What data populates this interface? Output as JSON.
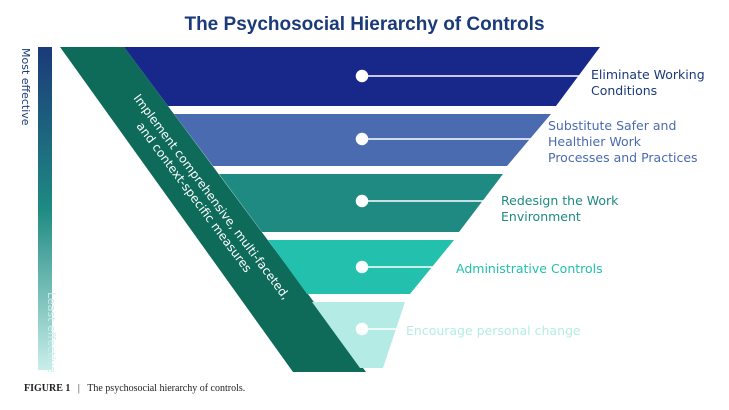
{
  "title": "The Psychosocial Hierarchy of Controls",
  "axis": {
    "top_label": "Most effective",
    "bottom_label": "Least effective",
    "top_color": "#1b3a7a",
    "bottom_color": "#c9eeea"
  },
  "diagonal_band": {
    "line1": "Implement comprehensive, multi-faceted,",
    "line2": "and context-specific measures",
    "color": "#0e6b5a"
  },
  "levels": [
    {
      "label_lines": [
        "Eliminate Working",
        "Conditions"
      ],
      "color": "#17288a",
      "text_color": "#1b3a7a"
    },
    {
      "label_lines": [
        "Substitute Safer and",
        "Healthier Work",
        "Processes and Practices"
      ],
      "color": "#4a6bb0",
      "text_color": "#4a6bb0"
    },
    {
      "label_lines": [
        "Redesign the Work",
        "Environment"
      ],
      "color": "#1e8a82",
      "text_color": "#1e8a82"
    },
    {
      "label_lines": [
        "Administrative Controls"
      ],
      "color": "#22c0ad",
      "text_color": "#22c0ad"
    },
    {
      "label_lines": [
        "Encourage personal change"
      ],
      "color": "#b5ebe5",
      "text_color": "#b5ebe5"
    }
  ],
  "caption": {
    "figure": "FIGURE 1",
    "separator": "|",
    "text": "The psychosocial hierarchy of controls."
  }
}
